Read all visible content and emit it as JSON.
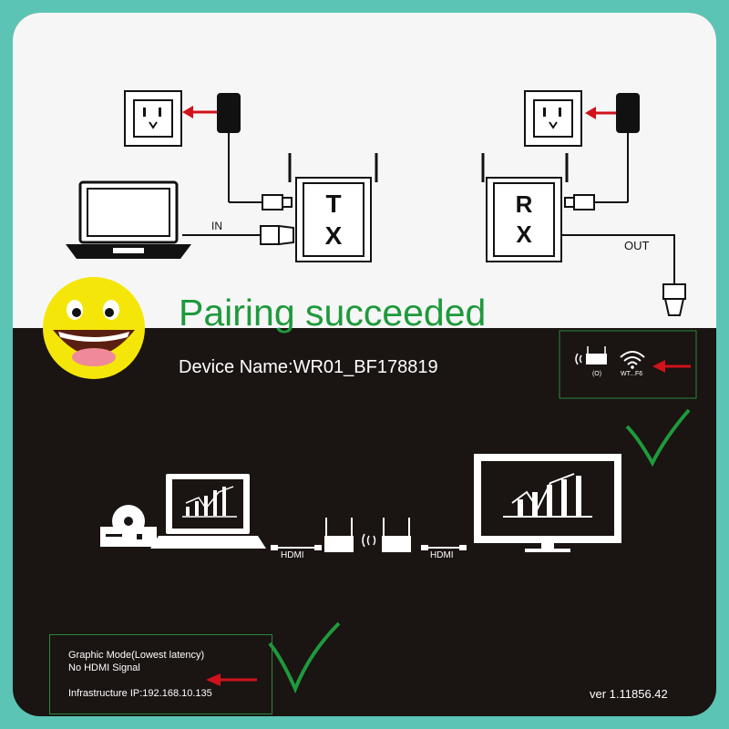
{
  "status": {
    "title": "Pairing succeeded",
    "device_name": "Device Name:WR01_BF178819"
  },
  "setup_diagram": {
    "tx_label": "T\nX",
    "tx_letter_1": "T",
    "tx_letter_2": "X",
    "rx_letter_1": "R",
    "rx_letter_2": "X",
    "in_label": "IN",
    "out_label": "OUT"
  },
  "wifi_panel": {
    "ssid_label": "WT...F6",
    "icon_caption": "(O)"
  },
  "flow_diagram": {
    "hdmi_left": "HDMI",
    "hdmi_right": "HDMI"
  },
  "info": {
    "mode": "Graphic Mode(Lowest latency)",
    "signal": "No HDMI Signal",
    "ip": "Infrastructure IP:192.168.10.135"
  },
  "version": "ver 1.11856.42",
  "colors": {
    "accent_green": "#1e9a3c",
    "arrow_red": "#d0121b",
    "frame_teal": "#5bc4b5",
    "dark_bg": "#1a1412"
  }
}
